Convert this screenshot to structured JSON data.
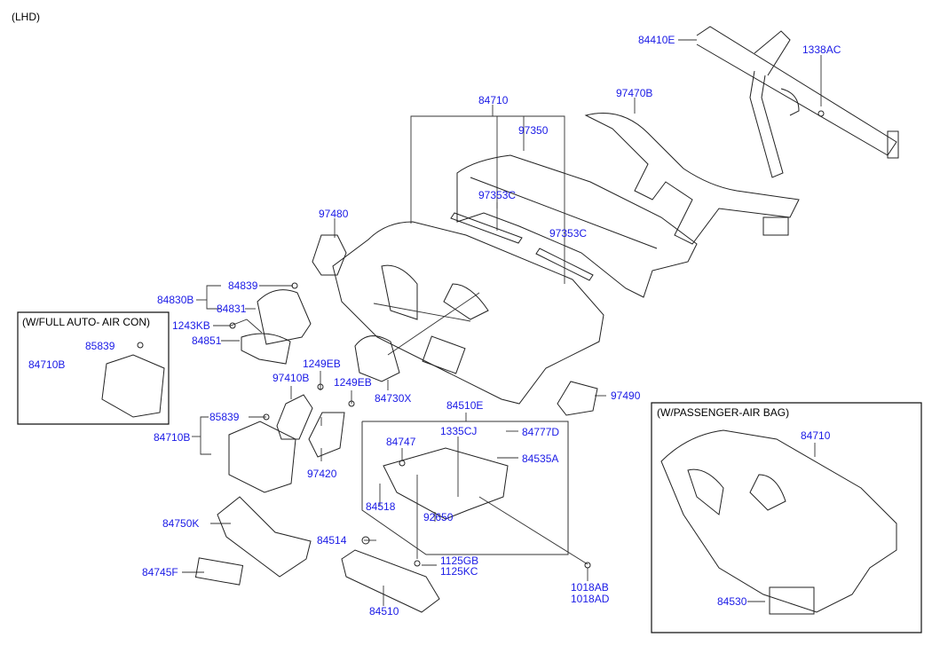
{
  "diagram": {
    "variant_label": "(LHD)",
    "insets": {
      "full_auto_aircon": "(W/FULL AUTO- AIR CON)",
      "passenger_airbag": "(W/PASSENGER-AIR BAG)"
    },
    "parts": {
      "p84410E": "84410E",
      "p1338AC": "1338AC",
      "p97470B": "97470B",
      "p84710_main": "84710",
      "p97350": "97350",
      "p97353C_a": "97353C",
      "p97353C_b": "97353C",
      "p97480": "97480",
      "p84830B": "84830B",
      "p84839": "84839",
      "p84831": "84831",
      "p1243KB": "1243KB",
      "p84851": "84851",
      "p85839_inset": "85839",
      "p84710B_inset": "84710B",
      "p97410B": "97410B",
      "p1249EB_a": "1249EB",
      "p1249EB_b": "1249EB",
      "p84730X": "84730X",
      "p97490": "97490",
      "p85839": "85839",
      "p84710B": "84710B",
      "p97420": "97420",
      "p84510E": "84510E",
      "p1335CJ": "1335CJ",
      "p84747": "84747",
      "p84777D": "84777D",
      "p84535A": "84535A",
      "p84518": "84518",
      "p92650": "92650",
      "p84514": "84514",
      "p1125GB": "1125GB",
      "p1125KC": "1125KC",
      "p1018AB": "1018AB",
      "p1018AD": "1018AD",
      "p84510": "84510",
      "p84750K": "84750K",
      "p84745F": "84745F",
      "p84710_airbag": "84710",
      "p84530": "84530"
    }
  }
}
